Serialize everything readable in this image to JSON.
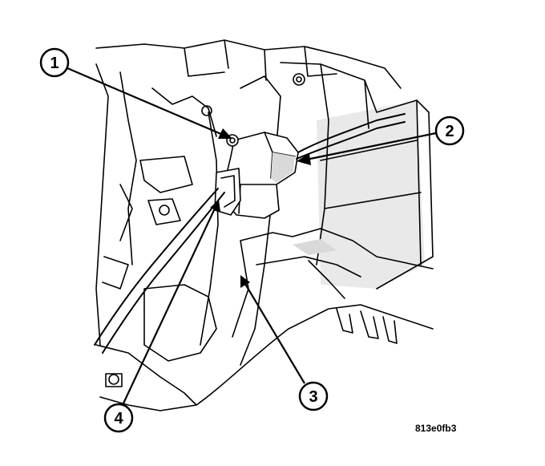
{
  "callouts": [
    {
      "label": "1"
    },
    {
      "label": "2"
    },
    {
      "label": "3"
    },
    {
      "label": "4"
    }
  ],
  "figure_code": "813e0fb3",
  "colors": {
    "ink": "#000000",
    "shade": "#d9d9d9",
    "paper": "#ffffff"
  }
}
